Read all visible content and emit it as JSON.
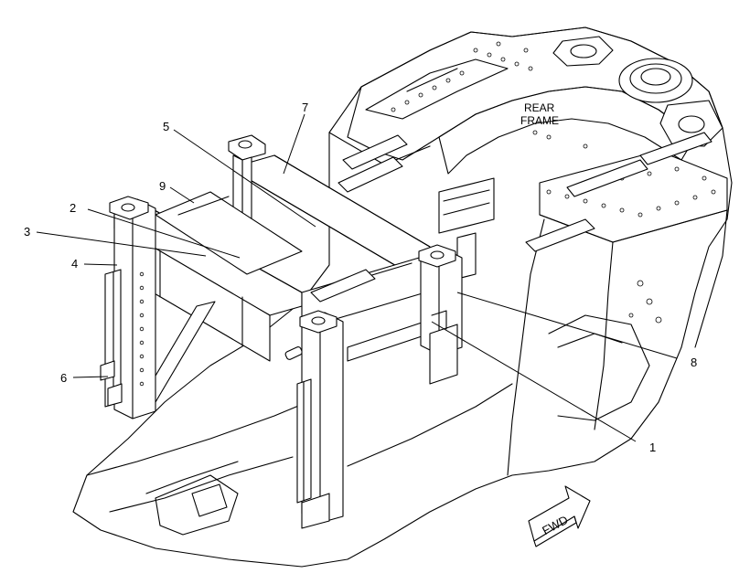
{
  "diagram": {
    "frame_label_line1": "REAR",
    "frame_label_line2": "FRAME",
    "direction_label": "FWD",
    "callouts": {
      "c1": "1",
      "c2": "2",
      "c3": "3",
      "c4": "4",
      "c5": "5",
      "c6": "6",
      "c7": "7",
      "c8": "8",
      "c9": "9"
    }
  }
}
